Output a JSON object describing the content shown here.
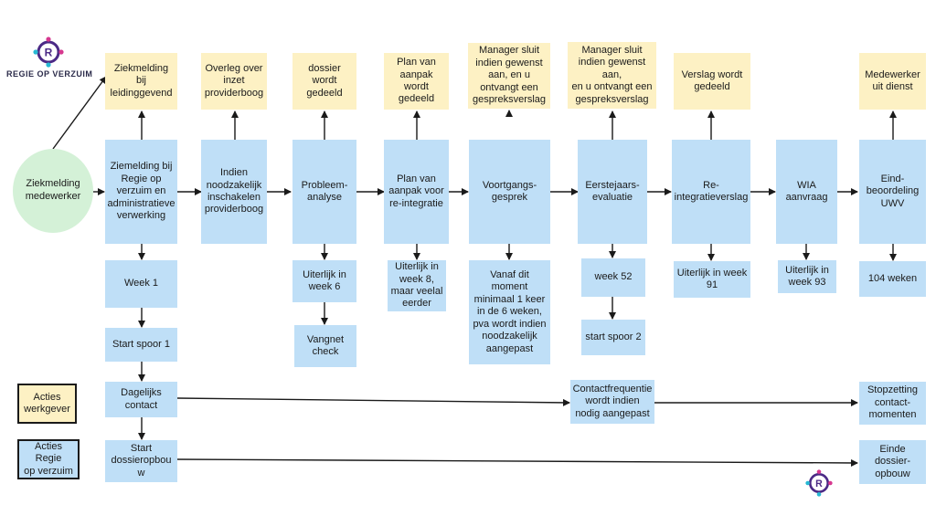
{
  "logo": {
    "text": "REGIE OP VERZUIM",
    "mark": "R"
  },
  "start": {
    "label": "Ziekmelding\nmedewerker"
  },
  "legend": {
    "employer": "Acties\nwerkgever",
    "regie": "Acties Regie\nop verzuim"
  },
  "steps": [
    {
      "top": "Ziekmelding bij\nleidinggevend",
      "main": "Ziemelding bij\nRegie op\nverzuim en\nadministratieve\nverwerking",
      "timing": "Week 1",
      "extra": "Start spoor 1"
    },
    {
      "top": "Overleg over\ninzet\nproviderboog",
      "main": "Indien\nnoodzakelijk\ninschakelen\nproviderboog"
    },
    {
      "top": "dossier wordt\ngedeeld",
      "main": "Probleem-\nanalyse",
      "timing": "Uiterlijk in\nweek 6",
      "extra": "Vangnet\ncheck"
    },
    {
      "top": "Plan van\naanpak wordt\ngedeeld",
      "main": "Plan van\naanpak voor\nre-integratie",
      "timing": "Uiterlijk in\nweek 8,\nmaar veelal\neerder"
    },
    {
      "top": "Manager sluit\nindien gewenst\naan, en u\nontvangt een\ngespreksverslag",
      "main": "Voortgangs-\ngesprek",
      "timing": "Vanaf dit\nmoment\nminimaal 1 keer\nin de 6 weken,\npva wordt indien\nnoodzakelijk\naangepast"
    },
    {
      "top": "Manager sluit\nindien gewenst aan,\nen u ontvangt een\ngespreksverslag",
      "main": "Eerstejaars-\nevaluatie",
      "timing": "week 52",
      "extra": "start spoor 2"
    },
    {
      "top": "Verslag wordt\ngedeeld",
      "main": "Re-\nintegratieverslag",
      "timing": "Uiterlijk in week\n91"
    },
    {
      "main": "WIA\naanvraag",
      "timing": "Uiterlijk in\nweek 93"
    },
    {
      "top": "Medewerker\nuit dienst",
      "main": "Eind-\nbeoordeling\nUWV",
      "timing": "104 weken"
    }
  ],
  "contact_line": {
    "start": "Dagelijks\ncontact",
    "middle": "Contactfrequentie\nwordt indien\nnodig aangepast",
    "end": "Stopzetting\ncontact-\nmomenten"
  },
  "dossier_line": {
    "start": "Start\ndossieropbou\nw",
    "end": "Einde\ndossier-\nopbouw"
  },
  "colors": {
    "blue": "#bfdff7",
    "yellow": "#fdf1c4",
    "green": "#d4f1d7",
    "logo_purple": "#4b2a86",
    "logo_cyan": "#27b9d3",
    "logo_magenta": "#d6388f"
  }
}
